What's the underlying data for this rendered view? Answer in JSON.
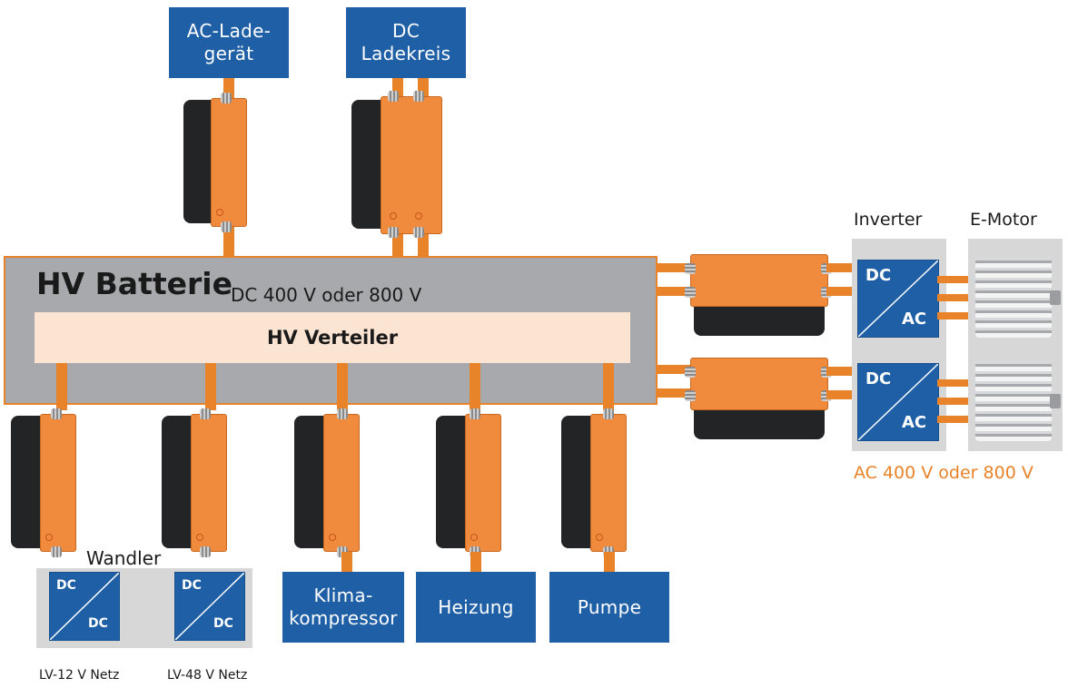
{
  "battery": {
    "title": "HV Batterie",
    "subtitle": "DC 400 V oder 800 V"
  },
  "distributor": {
    "label": "HV Verteiler"
  },
  "top_boxes": [
    {
      "label": "AC-Lade-\ngerät"
    },
    {
      "label": "DC\nLadekreis"
    }
  ],
  "bottom_boxes": [
    {
      "label": "Klima-\nkompressor"
    },
    {
      "label": "Heizung"
    },
    {
      "label": "Pumpe"
    }
  ],
  "converter": {
    "group_label": "Wandler",
    "units": [
      {
        "in": "DC",
        "out": "DC",
        "caption": "LV-12 V Netz"
      },
      {
        "in": "DC",
        "out": "DC",
        "caption": "LV-48 V Netz"
      }
    ]
  },
  "inverter": {
    "label": "Inverter",
    "units": [
      {
        "in": "DC",
        "out": "AC"
      },
      {
        "in": "DC",
        "out": "AC"
      }
    ]
  },
  "motor": {
    "label": "E-Motor"
  },
  "ac_voltage": {
    "label": "AC 400 V oder 800 V"
  },
  "colors": {
    "box_blue": "#1f5fa6",
    "cable_orange": "#e8832a",
    "module_orange": "#f08a3c",
    "battery_gray": "#a7a9ac",
    "distributor_beige": "#fbe4d2",
    "ac_label_orange": "#e8832a"
  },
  "icons": [
    "module-icon",
    "cable-gland-icon",
    "motor-icon",
    "converter-symbol-icon"
  ]
}
